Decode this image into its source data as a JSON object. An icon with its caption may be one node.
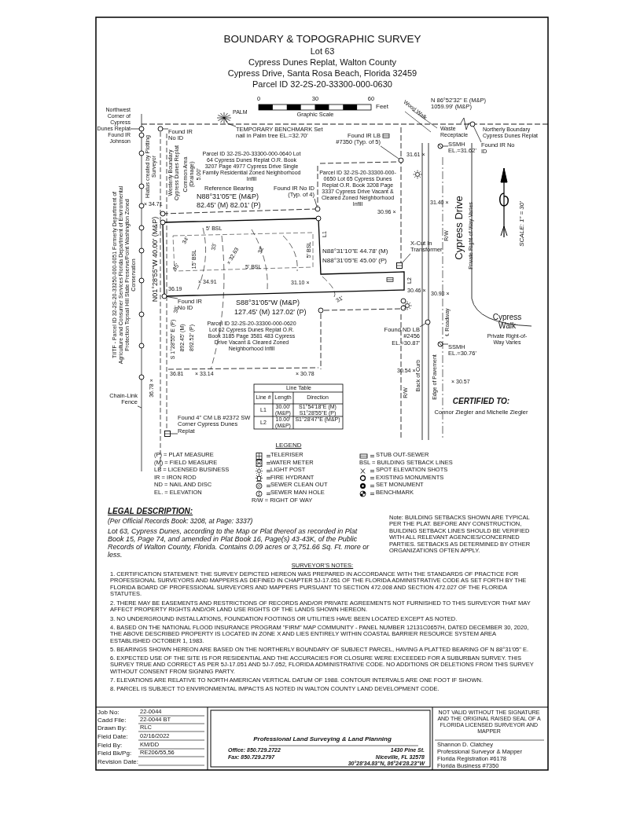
{
  "diagram": {
    "title": "BOUNDARY & TOPOGRAPHIC SURVEY",
    "nodes": [
      {
        "text": [
          "Northwest Corner of Cypress Dunes Replat Found IR Johnson"
        ]
      },
      {
        "text": [
          "Found IR No ID"
        ]
      },
      {
        "text": [
          "TEMPORARY BENCHMARK Set nail in Palm tree EL.=32.70'"
        ]
      },
      {
        "text": [
          "Found IR LB #7350 (Typ. of 5)"
        ]
      },
      {
        "text": [
          "SSMH EL.=31.62'"
        ]
      },
      {
        "text": [
          "Found IR No ID"
        ]
      },
      {
        "text": [
          "Found IR No ID (Typ. of 4)"
        ]
      },
      {
        "text": [
          "X-Cut In Transformer"
        ]
      },
      {
        "text": [
          "Found IR No ID"
        ]
      },
      {
        "text": [
          "Found ND LB #2456 EL.=30.87'"
        ]
      },
      {
        "text": [
          "SSMH EL.=30.76'"
        ]
      },
      {
        "text": [
          "Found 4\" CM LB #2372 SW Corner Cypress Dunes Replat"
        ]
      },
      {
        "text": [
          "Chain-Link Fence"
        ]
      },
      {
        "text": [],
        "shape": "circle"
      },
      {
        "text": [],
        "shape": "circle"
      },
      {
        "text": [],
        "shape": "circle"
      },
      {
        "text": [],
        "shape": "circle"
      },
      {
        "text": [],
        "shape": "circle"
      },
      {
        "text": [],
        "shape": "circle"
      },
      {
        "text": [],
        "shape": "box"
      },
      {
        "text": [],
        "shape": "circle"
      },
      {
        "text": [],
        "shape": "circle"
      },
      {
        "text": [],
        "shape": "circle"
      },
      {
        "text": [],
        "shape": "box"
      }
    ],
    "edges": [
      {
        "from": 0,
        "to": 14,
        "arrow": "none"
      },
      {
        "from": 1,
        "to": 15,
        "arrow": "none"
      },
      {
        "from": 2,
        "to": null,
        "arrow": "none"
      },
      {
        "from": 3,
        "to": 17,
        "arrow": "none"
      },
      {
        "from": 4,
        "to": 16,
        "arrow": "none"
      },
      {
        "from": 5,
        "to": 13,
        "arrow": "none"
      },
      {
        "from": 6,
        "to": 18,
        "arrow": "none"
      },
      {
        "from": 7,
        "to": 19,
        "arrow": "none"
      },
      {
        "from": 8,
        "to": 20,
        "arrow": "none"
      },
      {
        "from": 9,
        "to": 21,
        "arrow": "none"
      },
      {
        "from": 10,
        "to": 22,
        "arrow": "none"
      },
      {
        "from": 11,
        "to": 23,
        "arrow": "none"
      },
      {
        "from": 12,
        "to": null,
        "arrow": "none"
      }
    ],
    "labels": [
      "Lot 63",
      "Cypress Dunes Replat, Walton County",
      "Cypress Drive, Santa Rosa Beach, Florida 32459",
      "Parcel ID 32-2S-20-33300-000-0630",
      "0",
      "30",
      "60",
      "Feet",
      "Graphic Scale",
      "N 86°52'32\" E (M&P) 1059.99' (M&P)",
      "PALM",
      "Waste Receptacle",
      "Northerly Boundary Cypress Dunes Replat",
      "Wood Walk",
      "Parcel ID 32-2S-20-33300-000-0640 Lot 64 Cypress Dunes Replat O.R. Book 3207 Page 4977 Cypress Drive Single Family Residential Zoned Neighborhood Infill",
      "Parcel ID 32-2S-20-33300-000-0650 Lot 65 Cypress Dunes Replat O.R. Book 3208 Page 3337 Cypress Drive Vacant & Cleared Zoned Neighborhood Infill",
      "Hiatus created by Plotting Surveyor",
      "Westerly Boundary Cypress Dunes Replat",
      "Common Area (Drainage)",
      "5.00'",
      "Reference Bearing",
      "N88°31'05\"E (M&P)",
      "82.45' (M) 82.01' (P)",
      "31.61 ×",
      "31.40 ×",
      "30.96 ×",
      "× 34.71",
      "Cypress Drive",
      "Private Right-of-Way Varies",
      "SCALE: 1\" = 30'",
      "5' BSL",
      "15' BSL",
      "5' BSL",
      "5' BSL",
      "34'",
      "35'",
      "33'",
      "32'",
      "31'",
      "38'",
      "× 32.63",
      "× 34.91",
      "36.19",
      "31.10 ×",
      "30.46 ×",
      "30.98 ×",
      "30.54 ×",
      "× 30.57",
      "36.81",
      "× 33.14",
      "× 30.78",
      "36.78 ×",
      "N88°31'10\"E 44.78' (M)",
      "N88°31'05\"E 45.00' (P)",
      "L1",
      "L2",
      "S88°31'05\"W (M&P)",
      "127.45' (M) 127.02' (P)",
      "N01°28'55\"W 40.00' (M&P)",
      "S 1°28'55\" E (P)",
      "892.45' (M)",
      "892.52' (P)",
      "Parcel ID 32-2S-20-33300-000-0620 Lot 62 Cypress Dunes Replat O.R. Book 3185 Page 3581 483 Cypress Drive Vacant & Cleared Zoned Neighborhood Infill",
      "TIITF - Parcel ID 32-2S-20-33250-000-0051 Formerly Department of Agriculture and Consumer Services Florida Department of Environmental Protection Topsail Hill State Preserve/Point Washington Zoned Conservation",
      "R/W",
      "R/W",
      "Back of Curb",
      "Edge of Pavement",
      "℄ Roadway",
      "Cypress Walk",
      "Private Right-of-Way Varies",
      "Line Table",
      "Line #",
      "Length",
      "Direction",
      "L1",
      "30.00' (M&P)",
      "S1°54'18\"E (M) S1°28'55\"E (P)",
      "L2",
      "10.00' (M&P)",
      "S1°28'47\"E (M&P)",
      "CERTIFIED TO:",
      "Connor Ziegler and Michelle Ziegler",
      "LEGEND",
      "LEGAL DESCRIPTION:",
      "(Per Official Records Book: 3208, at Page: 3337)",
      "Lot 63, Cypress Dunes, according to the Map or Plat thereof as recorded in Plat Book 15, Page 74, and amended in Plat Book 16, Page(s) 43-43K, of the Public Records of Walton County, Florida. Contains 0.09 acres or 3,751.66 Sq. Ft. more or less.",
      "Note: BUILDING SETBACKS SHOWN ARE TYPICAL PER THE PLAT. BEFORE ANY CONSTRUCTION, BUILDING SETBACK LINES SHOULD BE VERIFIED WITH ALL RELEVANT AGENCIES/CONCERNED PARTIES. SETBACKS AS DETERMINED BY OTHER ORGANIZATIONS OFTEN APPLY.",
      "SURVEYOR'S NOTES:",
      "1. CERTIFICATION STATEMENT: THE SURVEY DEPICTED HEREON WAS PREPARED IN ACCORDANCE WITH THE STANDARDS OF PRACTICE FOR PROFESSIONAL SURVEYORS AND MAPPERS AS DEFINED IN CHAPTER 5J-17.051 OF THE FLORIDA ADMINISTRATIVE CODE AS SET FORTH BY THE FLORIDA BOARD OF PROFESSIONAL SURVEYORS AND MAPPERS PURSUANT TO SECTION 472.008 AND SECTION 472.027 OF THE FLORIDA STATUTES.",
      "2. THERE MAY BE EASEMENTS AND RESTRICTIONS OF RECORDS AND/OR PRIVATE AGREEMENTS NOT FURNISHED TO THIS SURVEYOR THAT MAY AFFECT PROPERTY RIGHTS AND/OR LAND USE RIGHTS OF THE LANDS SHOWN HEREON.",
      "3. NO UNDERGROUND INSTALLATIONS, FOUNDATION FOOTINGS OR UTILITIES HAVE BEEN LOCATED EXCEPT AS NOTED.",
      "4. BASED ON THE NATIONAL FLOOD INSURANCE PROGRAM \"FIRM\" MAP COMMUNITY - PANEL NUMBER 12131C0657H, DATED DECEMBER 30, 2020, THE ABOVE DESCRIBED PROPERTY IS LOCATED IN ZONE X AND LIES ENTIRELY WITHIN COASTAL BARRIER RESOURCE SYSTEM AREA ESTABLISHED OCTOBER 1, 1983.",
      "5. BEARINGS SHOWN HEREON ARE BASED ON THE NORTHERLY BOUNDARY OF SUBJECT PARCEL, HAVING A PLATTED BEARING OF N 88°31'05\" E.",
      "6. EXPECTED USE OF THE SITE IS FOR RESIDENTIAL AND THE ACCURACIES FOR CLOSURE WERE EXCEEDED FOR A SUBURBAN SURVEY. THIS SURVEY TRUE AND CORRECT AS PER 5J-17.051 AND 5J-7.052, FLORIDA ADMINISTRATIVE CODE. NO ADDITIONS OR DELETIONS FROM THIS SURVEY WITHOUT CONSENT FROM SIGNING PARTY.",
      "7. ELEVATIONS ARE RELATIVE TO NORTH AMERICAN VERTICAL DATUM OF 1988. CONTOUR INTERVALS ARE ONE FOOT IF SHOWN.",
      "8. PARCEL IS SUBJECT TO ENVIRONMENTAL IMPACTS AS NOTED IN WALTON COUNTY LAND DEVELOPMENT CODE.",
      "Job No:",
      "22-0044",
      "Cadd File:",
      "22-0044 BT",
      "Drawn By:",
      "RLC",
      "Field Date:",
      "02/16/2022",
      "Field By:",
      "KM/DD",
      "Field Bk/Pg:",
      "RE206/55,56",
      "Revision Date:",
      "Professional Land Surveying & Land Planning",
      "Office: 850.729.2722",
      "1430 Pine St.",
      "Fax: 850.729.2797",
      "Niceville, FL 32578",
      "30°28'34.83\"N, 86°24'28.23\"W",
      "NOT VALID WITHOUT THE SIGNATURE AND THE ORIGINAL RAISED SEAL OF A FLORIDA LICENSED SURVEYOR AND MAPPER",
      "Shannon D. Clatchey",
      "Professional Surveyor & Mapper",
      "Florida Registration #6178",
      "Florida Business #7350"
    ],
    "legend": [
      {
        "text": "(P) = PLAT MEASURE"
      },
      {
        "text": "(M) = FIELD MEASURE"
      },
      {
        "text": "LB = LICENSED BUSINESS"
      },
      {
        "text": "IR = IRON ROD"
      },
      {
        "text": "ND = NAIL AND DISC"
      },
      {
        "text": "EL. = ELEVATION"
      },
      {
        "text": "TELERISER"
      },
      {
        "text": "WATER METER"
      },
      {
        "text": "LIGHT POST"
      },
      {
        "text": "FIRE HYDRANT"
      },
      {
        "text": "SEWER CLEAN OUT"
      },
      {
        "text": "SEWER MAN HOLE"
      },
      {
        "text": "R/W = RIGHT OF WAY"
      },
      {
        "text": "STUB OUT-SEWER"
      },
      {
        "text": "BSL = BUILDING SETBACK LINES"
      },
      {
        "text": "SPOT ELEVATION SHOTS"
      },
      {
        "text": "EXISTING MONUMENTS"
      },
      {
        "text": "SET MONUMENT"
      },
      {
        "text": "BENCHMARK"
      }
    ]
  }
}
